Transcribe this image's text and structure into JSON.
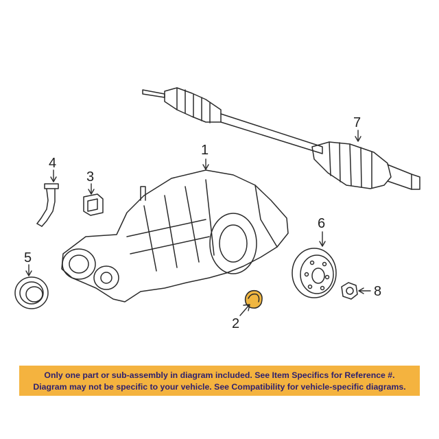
{
  "diagram": {
    "callouts": [
      {
        "id": "1",
        "label": "1"
      },
      {
        "id": "2",
        "label": "2"
      },
      {
        "id": "3",
        "label": "3"
      },
      {
        "id": "4",
        "label": "4"
      },
      {
        "id": "5",
        "label": "5"
      },
      {
        "id": "6",
        "label": "6"
      },
      {
        "id": "7",
        "label": "7"
      },
      {
        "id": "8",
        "label": "8"
      }
    ],
    "highlight_color": "#f0b641",
    "line_color": "#2a2a2a"
  },
  "notice": {
    "line1": "Only one part or sub-assembly in diagram included. See Item Specifics for Reference #.",
    "line2": "Diagram may not be specific to your vehicle. See Compatibility for vehicle-specific diagrams.",
    "background_color": "#f4b33f",
    "text_color": "#2d1f6e"
  }
}
